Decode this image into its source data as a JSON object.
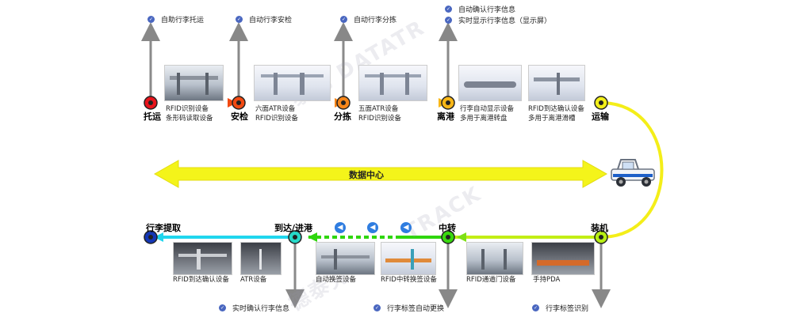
{
  "nodes": {
    "checkin": "托运",
    "security": "安检",
    "sorting": "分拣",
    "departure": "离港",
    "transport": "运输",
    "loading": "装机",
    "transfer": "中转",
    "arrival": "到达/进港",
    "claim": "行李提取"
  },
  "top_notes": {
    "checkin": "自助行李托运",
    "security": "自动行李安检",
    "sorting": "自动行李分拣",
    "departure_1": "自动确认行李信息",
    "departure_2": "实时显示行李信息（显示屏）"
  },
  "devices_top": {
    "checkin": [
      "RFID识别设备",
      "条形码读取设备"
    ],
    "security": [
      "六面ATR设备",
      "RFID识别设备"
    ],
    "sorting": [
      "五面ATR设备",
      "RFID识别设备"
    ],
    "departure": [
      "行李自动显示设备",
      "多用于离港转盘"
    ],
    "transport": [
      "RFID到达确认设备",
      "多用于离港滑槽"
    ]
  },
  "center_label": "数据中心",
  "devices_bottom": {
    "arrival_rfid": "RFID到达确认设备",
    "arrival_atr": "ATR设备",
    "transfer_auto": "自动换签设备",
    "transfer_rfid": "RFID中转换签设备",
    "loading_gate": "RFID通道门设备",
    "loading_pda": "手持PDA"
  },
  "bottom_notes": {
    "arrival": "实时确认行李信息",
    "transfer": "行李标签自动更换",
    "loading": "行李标签识别"
  },
  "watermarks": [
    "泰克 DATATR",
    "TRACK",
    "德泰克"
  ],
  "colors": {
    "checkin": "#e8141c",
    "security": "#f24a12",
    "sorting": "#f6861a",
    "departure": "#f9b717",
    "transport": "#f2ef19",
    "loading": "#b8ef14",
    "transfer": "#39d80e",
    "arrival": "#26d9c8",
    "claim": "#1437b6",
    "center": "#f4f41a",
    "note_icon": "#4a67c0"
  },
  "icons": [
    "check-icon",
    "left-arrow-icon",
    "baggage-tractor-icon"
  ]
}
